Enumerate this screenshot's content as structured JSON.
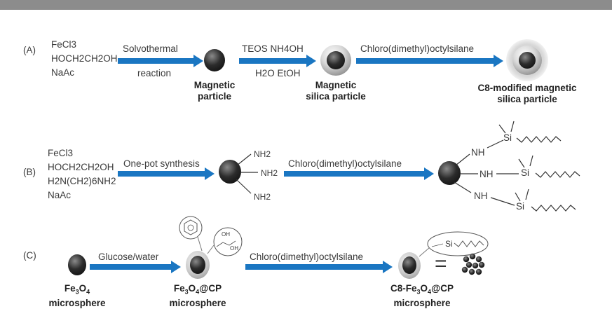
{
  "panel_a": {
    "label": "(A)",
    "reagents": [
      "FeCl3",
      "HOCH2CH2OH",
      "NaAc"
    ],
    "step1_top": "Solvothermal",
    "step1_bottom": "reaction",
    "particle1": [
      "Magnetic",
      "particle"
    ],
    "step2_top": "TEOS NH4OH",
    "step2_bottom": "H2O EtOH",
    "particle2": [
      "Magnetic",
      "silica particle"
    ],
    "step3": "Chloro(dimethyl)octylsilane",
    "particle3": [
      "C8-modified magnetic",
      "silica particle"
    ]
  },
  "panel_b": {
    "label": "(B)",
    "reagents": [
      "FeCl3",
      "HOCH2CH2OH",
      "H2N(CH2)6NH2",
      "NaAc"
    ],
    "step1": "One-pot synthesis",
    "amine": "NH2",
    "step2": "Chloro(dimethyl)octylsilane",
    "nh": "NH",
    "si": "Si"
  },
  "panel_c": {
    "label": "(C)",
    "particle1": [
      "Fe3O4",
      "microsphere"
    ],
    "step1": "Glucose/water",
    "particle2": [
      "Fe3O4@CP",
      "microsphere"
    ],
    "oh": "OH",
    "step2": "Chloro(dimethyl)octylsilane",
    "particle3": [
      "C8-Fe3O4@CP",
      "microsphere"
    ],
    "si": "Si",
    "equals": "="
  },
  "colors": {
    "arrow": "#1a76c2",
    "top_bar": "#8c8c8c"
  }
}
